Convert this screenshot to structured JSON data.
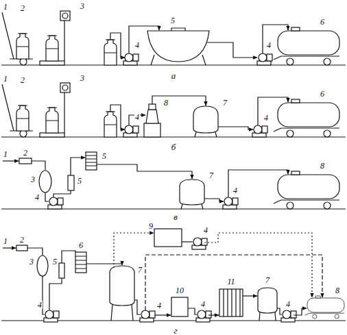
{
  "diagram": {
    "labels": [
      "1",
      "2",
      "3",
      "4",
      "5",
      "4",
      "6",
      "а",
      "1",
      "2",
      "3",
      "4",
      "8",
      "7",
      "4",
      "6",
      "б",
      "1",
      "2",
      "3",
      "4",
      "5",
      "5",
      "7",
      "4",
      "8",
      "в",
      "1",
      "2",
      "3",
      "4",
      "5",
      "6",
      "7",
      "4",
      "9",
      "4",
      "10",
      "4",
      "11",
      "7",
      "4",
      "8",
      "г"
    ]
  }
}
